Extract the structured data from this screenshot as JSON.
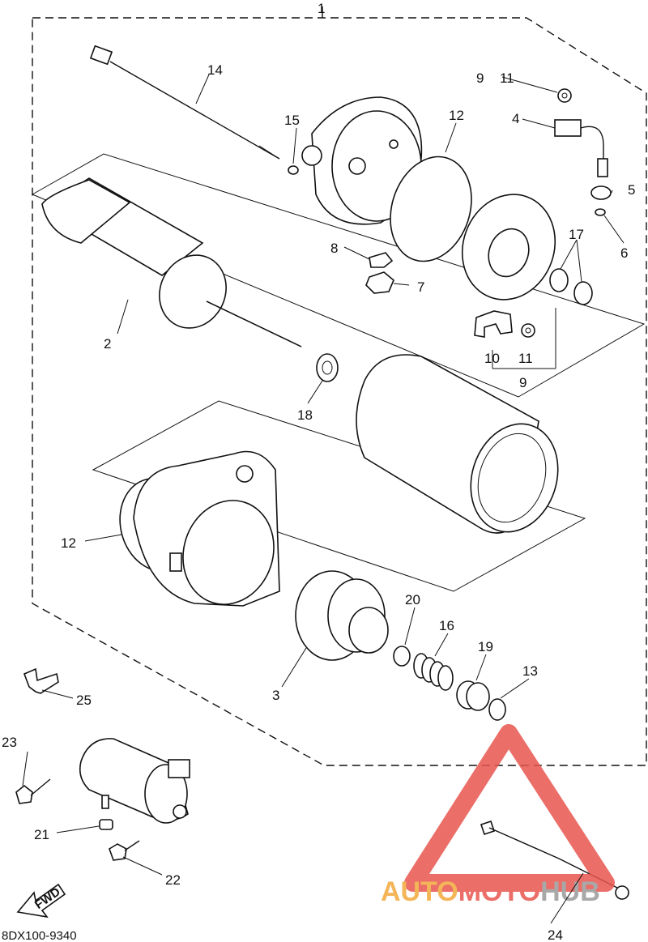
{
  "diagram": {
    "drawing_code": "8DX100-9340",
    "direction_badge": "FWD",
    "callouts": {
      "c1": "1",
      "c2": "2",
      "c3": "3",
      "c4": "4",
      "c5": "5",
      "c6": "6",
      "c7": "7",
      "c8": "8",
      "c9_top": "9",
      "c11_top": "11",
      "c10": "10",
      "c11_bottom": "11",
      "c9_bottom": "9",
      "c12_top": "12",
      "c12_left": "12",
      "c13": "13",
      "c14": "14",
      "c15": "15",
      "c16": "16",
      "c17": "17",
      "c18": "18",
      "c19": "19",
      "c20": "20",
      "c21": "21",
      "c22": "22",
      "c23": "23",
      "c24": "24",
      "c25": "25"
    }
  },
  "watermark": {
    "brand_part1": "AUTO",
    "brand_part2": "MOTO",
    "brand_part3": "HUB",
    "colors": {
      "red": "#e8554e",
      "orange": "#f2a93b",
      "grey": "#9a9a9a"
    }
  }
}
